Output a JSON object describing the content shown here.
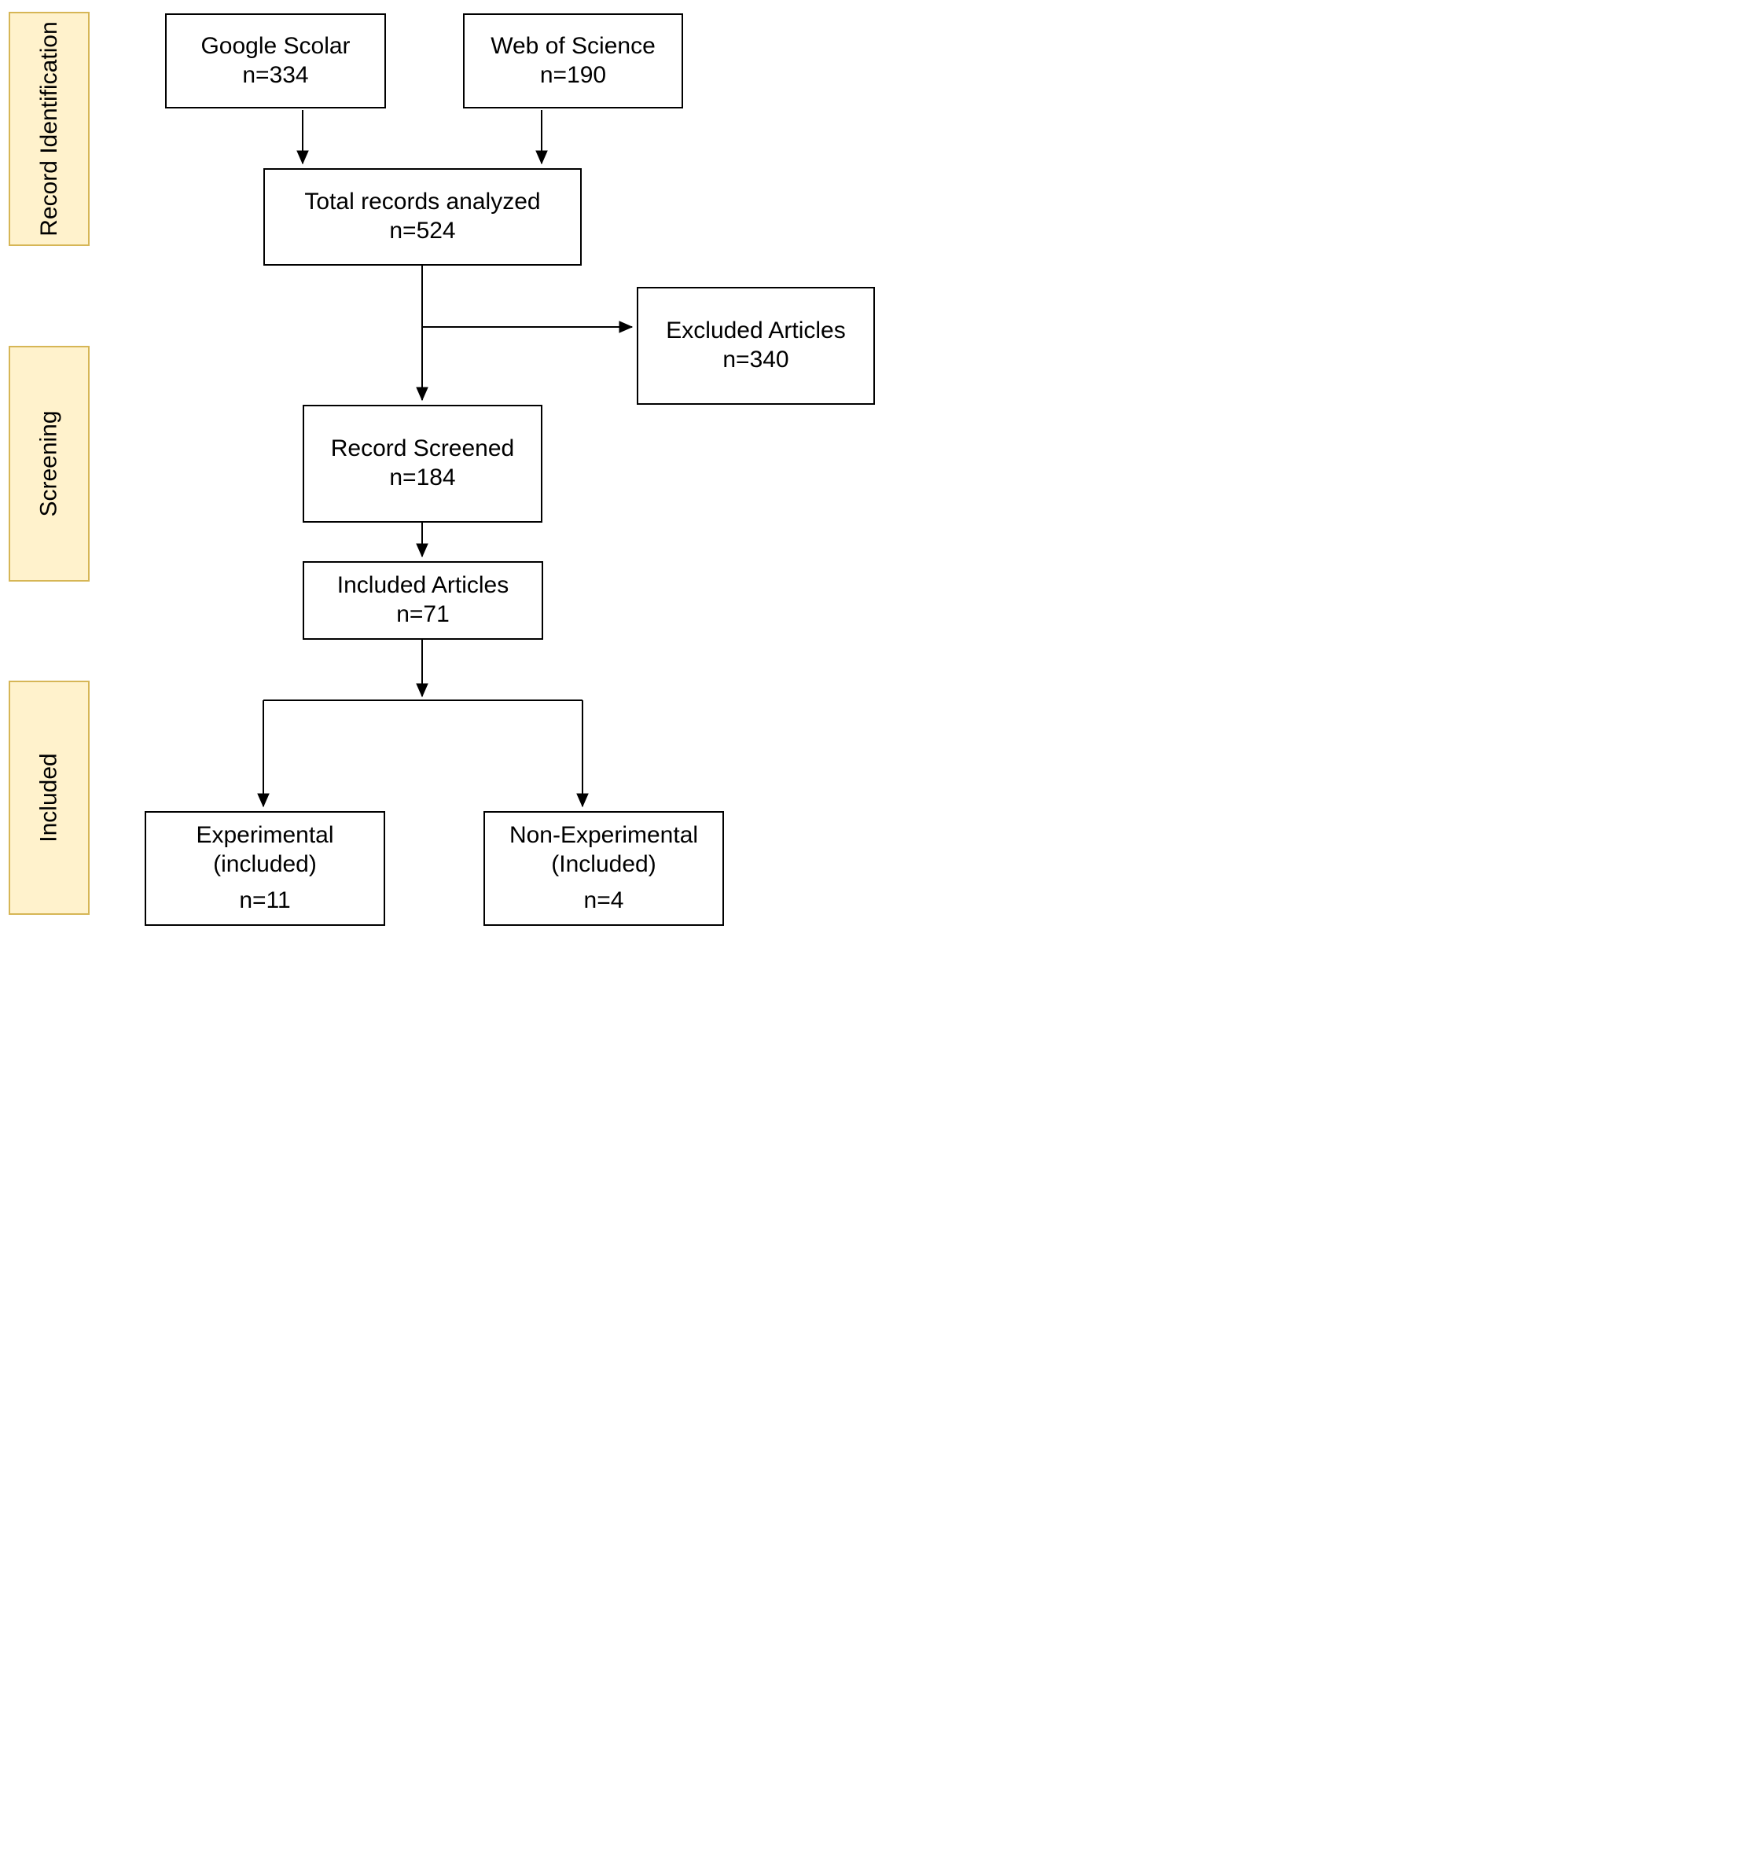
{
  "sections": [
    {
      "id": "record-identification",
      "label": "Record Identification"
    },
    {
      "id": "screening",
      "label": "Screening"
    },
    {
      "id": "included",
      "label": "Included"
    }
  ],
  "nodes": {
    "google_scholar": {
      "lines": [
        "Google Scolar",
        "n=334"
      ]
    },
    "web_of_science": {
      "lines": [
        "Web of Science",
        "n=190"
      ]
    },
    "total_records": {
      "lines": [
        "Total records analyzed",
        "n=524"
      ]
    },
    "excluded_articles": {
      "lines": [
        "Excluded Articles",
        "n=340"
      ]
    },
    "record_screened": {
      "lines": [
        "Record Screened",
        "n=184"
      ]
    },
    "included_articles": {
      "lines": [
        "Included Articles",
        "n=71"
      ]
    },
    "experimental": {
      "lines": [
        "Experimental",
        "(included)",
        "n=11"
      ]
    },
    "non_experimental": {
      "lines": [
        "Non-Experimental",
        "(Included)",
        "n=4"
      ]
    }
  },
  "edges": [
    {
      "from": "google_scholar",
      "to": "total_records"
    },
    {
      "from": "web_of_science",
      "to": "total_records"
    },
    {
      "from": "total_records",
      "to": "excluded_articles"
    },
    {
      "from": "total_records",
      "to": "record_screened"
    },
    {
      "from": "record_screened",
      "to": "included_articles"
    },
    {
      "from": "included_articles",
      "to": "experimental"
    },
    {
      "from": "included_articles",
      "to": "non_experimental"
    }
  ],
  "colors": {
    "section_fill": "#FFF2CC",
    "section_border": "#D6B656",
    "node_fill": "#FFFFFF",
    "node_border": "#000000",
    "connector": "#000000",
    "text": "#000000",
    "background": "#FFFFFF"
  }
}
